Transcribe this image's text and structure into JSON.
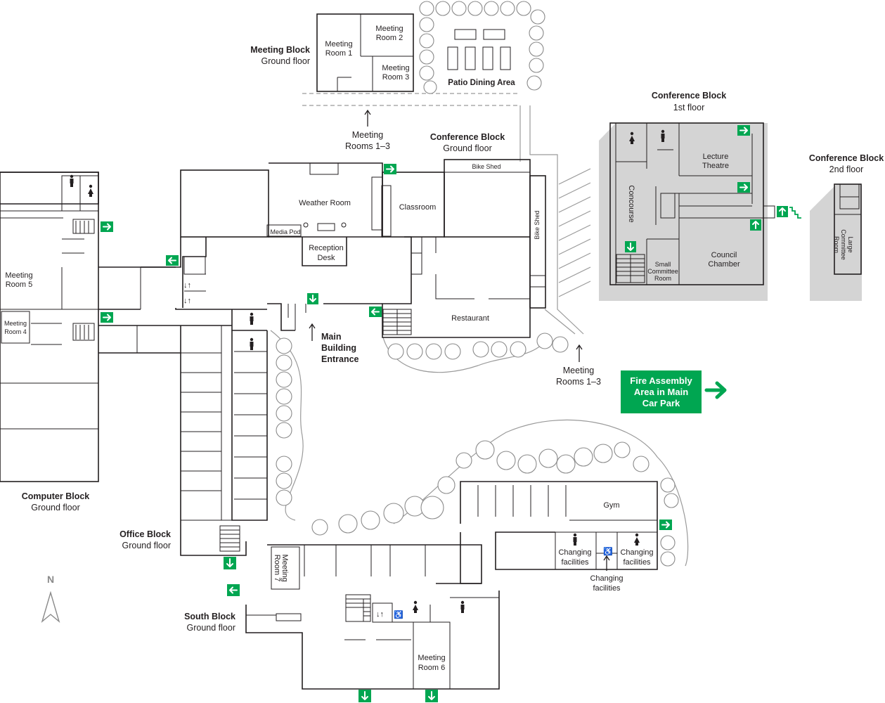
{
  "blocks": {
    "meeting_block": {
      "name": "Meeting Block",
      "floor": "Ground floor"
    },
    "conference_ground": {
      "name": "Conference Block",
      "floor": "Ground floor"
    },
    "conference_1st": {
      "name": "Conference Block",
      "floor": "1st floor"
    },
    "conference_2nd": {
      "name": "Conference Block",
      "floor": "2nd floor"
    },
    "computer_block": {
      "name": "Computer Block",
      "floor": "Ground floor"
    },
    "office_block": {
      "name": "Office Block",
      "floor": "Ground floor"
    },
    "south_block": {
      "name": "South Block",
      "floor": "Ground floor"
    }
  },
  "rooms": {
    "meeting_room_1": [
      "Meeting",
      "Room 1"
    ],
    "meeting_room_2": [
      "Meeting",
      "Room 2"
    ],
    "meeting_room_3": [
      "Meeting",
      "Room 3"
    ],
    "meeting_room_4": [
      "Meeting",
      "Room 4"
    ],
    "meeting_room_5": [
      "Meeting",
      "Room 5"
    ],
    "meeting_room_6": [
      "Meeting",
      "Room 6"
    ],
    "meeting_room_7": [
      "Meeting",
      "Room 7"
    ],
    "patio": "Patio Dining Area",
    "weather_room": "Weather Room",
    "media_pod": "Media Pod",
    "reception": [
      "Reception",
      "Desk"
    ],
    "classroom": "Classroom",
    "bike_shed_top": "Bike Shed",
    "bike_shed_side": "Bike Shed",
    "restaurant": "Restaurant",
    "gym": "Gym",
    "changing_left": [
      "Changing",
      "facilities"
    ],
    "changing_right": [
      "Changing",
      "facilities"
    ],
    "changing_center": [
      "Changing",
      "facilities"
    ],
    "lecture_theatre": [
      "Lecture",
      "Theatre"
    ],
    "concourse": "Concourse",
    "council_chamber": [
      "Council",
      "Chamber"
    ],
    "small_committee": [
      "Small",
      "Committee",
      "Room"
    ],
    "large_committee": [
      "Large",
      "Committee",
      "Room"
    ]
  },
  "directions": {
    "meeting_rooms_top": [
      "Meeting",
      "Rooms 1–3"
    ],
    "meeting_rooms_right": [
      "Meeting",
      "Rooms 1–3"
    ],
    "main_entrance": [
      "Main",
      "Building",
      "Entrance"
    ]
  },
  "assembly": {
    "text": "Fire Assembly Area in Main Car Park"
  },
  "north": "N",
  "colors": {
    "exit": "#00a651",
    "walls": "#231f20",
    "trees": "#8a8a8a",
    "shadow": "#d4d4d4"
  },
  "icons": [
    "fire-exit-icon",
    "male-toilet-icon",
    "female-toilet-icon",
    "accessible-toilet-icon",
    "lift-icon",
    "stairs-icon",
    "north-arrow-icon",
    "direction-arrow-icon"
  ]
}
